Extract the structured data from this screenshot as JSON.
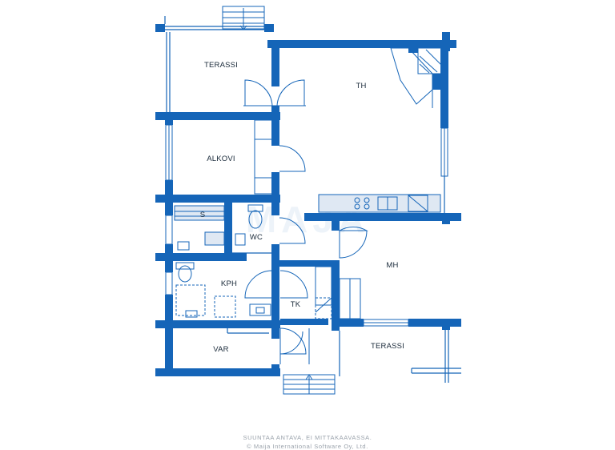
{
  "rooms": {
    "terassi_top": "TERASSI",
    "th": "TH",
    "alkovi": "ALKOVI",
    "s": "S",
    "wc": "WC",
    "mh": "MH",
    "kph": "KPH",
    "tk": "TK",
    "var": "VAR",
    "terassi_bottom": "TERASSI"
  },
  "watermark": "MAJA",
  "footer": {
    "disclaimer": "SUUNTAA ANTAVA, EI MITTAKAAVASSA.",
    "copyright": "© Maija International Software Oy, Ltd."
  },
  "colors": {
    "wall": "#1565b8",
    "label": "#1a2a3a",
    "footer_text": "#9aa2ab"
  }
}
